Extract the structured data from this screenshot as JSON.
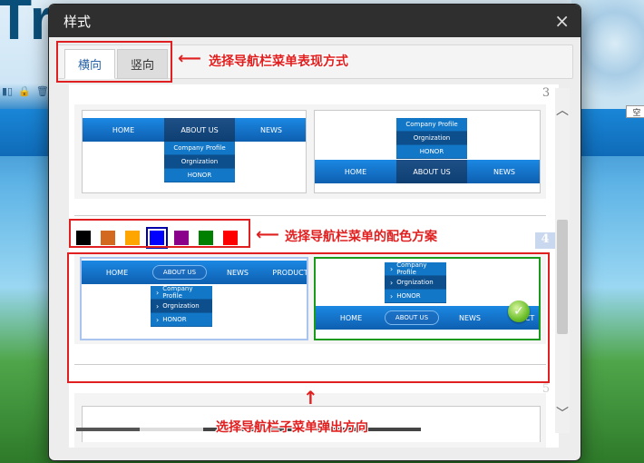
{
  "background": {
    "site_title": "Tra",
    "right_button": "空"
  },
  "modal": {
    "title": "样式",
    "close_icon": "×",
    "tabs": [
      {
        "label": "横向",
        "active": true
      },
      {
        "label": "竖向",
        "active": false
      }
    ]
  },
  "sections": {
    "s3": {
      "number": "3"
    },
    "s4": {
      "number": "4"
    },
    "s5": {
      "number": "5"
    }
  },
  "thumb_nav": {
    "home": "HOME",
    "about": "ABOUT US",
    "news": "NEWS",
    "product": "PRODUCT",
    "sub1": "Company Profile",
    "sub2": "Orgnization",
    "sub3": "HONOR",
    "home_b": "HOME",
    "about_b": "ABOUT US",
    "news_b": "NEWS",
    "product_b": "DUCT",
    "sub1_b": "Company Profile",
    "sub2_b": "Orgnization",
    "sub3_b": "HONOR",
    "home_c": "HOME",
    "about_c": "ABOUT US",
    "news_c": "NEWS",
    "sub1_c": "Company Profile",
    "sub2_c": "Orgnization",
    "sub3_c": "HONOR",
    "home_d": "HOME",
    "about_d": "ABOUT US",
    "news_d": "NEWS",
    "sub1_d": "Company Profile",
    "sub2_d": "Orgnization",
    "sub3_d": "HONOR"
  },
  "swatches": [
    {
      "name": "black",
      "color": "#000000"
    },
    {
      "name": "brown",
      "color": "#d2691e"
    },
    {
      "name": "orange",
      "color": "#ffa500"
    },
    {
      "name": "blue",
      "color": "#0000ff",
      "selected": true
    },
    {
      "name": "purple",
      "color": "#8b008b"
    },
    {
      "name": "green",
      "color": "#008000"
    },
    {
      "name": "red",
      "color": "#ff0000"
    }
  ],
  "annotations": {
    "tabs_note": "选择导航栏菜单表现方式",
    "color_note": "选择导航栏菜单的配色方案",
    "popup_note": "选择导航栏子菜单弹出方向"
  },
  "icons": {
    "close": "close-icon",
    "scroll_up": "chevron-up-icon",
    "scroll_down": "chevron-down-icon",
    "check": "check-icon",
    "arrow": "arrow-left-icon"
  }
}
